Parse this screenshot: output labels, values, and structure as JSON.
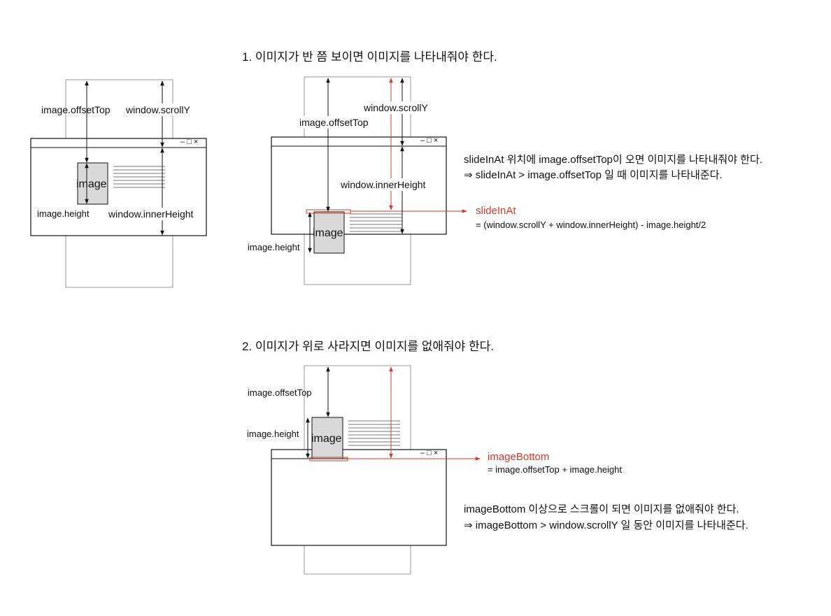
{
  "colors": {
    "ink": "#111111",
    "accent": "#d7392a",
    "image_fill": "#d9d9d9",
    "page_outline": "#999999"
  },
  "icons": {
    "window_controls": "minimize-maximize-close-icons"
  },
  "window_controls": "– □ ×",
  "overview": {
    "image_offset_top": "image.offsetTop",
    "window_scroll_y": "window.scrollY",
    "image": "image",
    "image_height": "image.height",
    "window_inner_height": "window.innerHeight"
  },
  "section1": {
    "title": "1. 이미지가 반 쯤 보이면 이미지를 나타내줘야 한다.",
    "window_scroll_y": "window.scrollY",
    "image_offset_top": "image.offsetTop",
    "window_inner_height": "window.innerHeight",
    "image": "image",
    "image_height": "image.height",
    "marker_label": "slideInAt",
    "formula": "= (window.scrollY + window.innerHeight) - image.height/2",
    "desc_line1": "slideInAt 위치에 image.offsetTop이 오면 이미지를 나타내줘야 한다.",
    "desc_line2": "⇒ slideInAt > image.offsetTop 일 때 이미지를 나타내준다."
  },
  "section2": {
    "title": "2.  이미지가 위로 사라지면 이미지를 없애줘야 한다.",
    "image_offset_top": "image.offsetTop",
    "image_height": "image.height",
    "image": "image",
    "marker_label": "imageBottom",
    "formula": "= image.offsetTop + image.height",
    "desc_line1": "imageBottom 이상으로 스크롤이 되면 이미지를 없애줘야 한다.",
    "desc_line2": "⇒ imageBottom > window.scrollY 일 동안 이미지를 나타내준다."
  }
}
